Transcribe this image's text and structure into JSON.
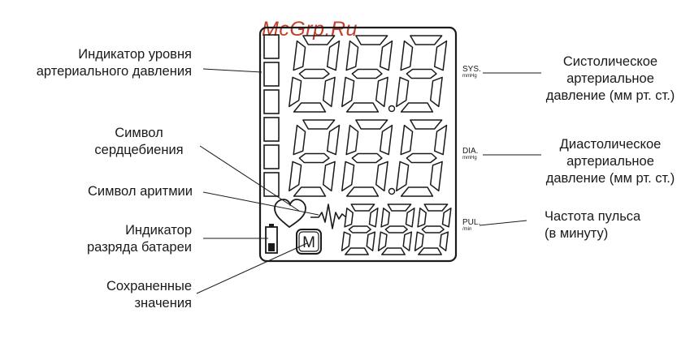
{
  "watermark": "McGrp.Ru",
  "labels_left": {
    "bp_indicator": [
      "Индикатор уровня",
      "артериального давления"
    ],
    "heart_symbol": [
      "Символ",
      "сердцебиения"
    ],
    "arrhythmia_symbol": "Символ аритмии",
    "battery_indicator": [
      "Индикатор",
      "разряда батареи"
    ],
    "memory_values": [
      "Сохраненные",
      "значения"
    ]
  },
  "labels_right": {
    "systolic": [
      "Систолическое",
      "артериальное",
      "давление (мм рт. ст.)"
    ],
    "diastolic": [
      "Диастолическое",
      "артериальное",
      "давление (мм рт. ст.)"
    ],
    "pulse": [
      "Частота пульса",
      "(в минуту)"
    ]
  },
  "display": {
    "sys_label": "SYS.",
    "sys_unit": "mmHg",
    "dia_label": "DIA.",
    "dia_unit": "mmHg",
    "pul_label": "PUL.",
    "pul_unit": "/min",
    "memory_symbol": "M"
  },
  "colors": {
    "ink": "#1a1a1a",
    "watermark": "#c4402a"
  }
}
